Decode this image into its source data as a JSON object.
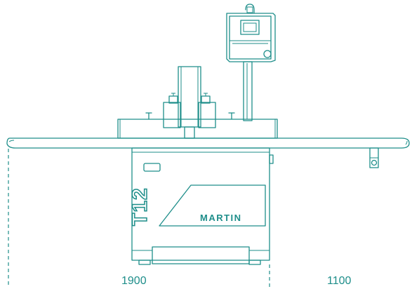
{
  "colors": {
    "line": "#1e8e8a",
    "background": "#ffffff"
  },
  "machine": {
    "model_label": "T12",
    "brand_label": "MARTIN"
  },
  "dimensions": {
    "left": "1900",
    "right": "1100"
  },
  "icons": [
    "control-panel-icon",
    "spindle-fence-icon",
    "hand-wheel-icon"
  ]
}
